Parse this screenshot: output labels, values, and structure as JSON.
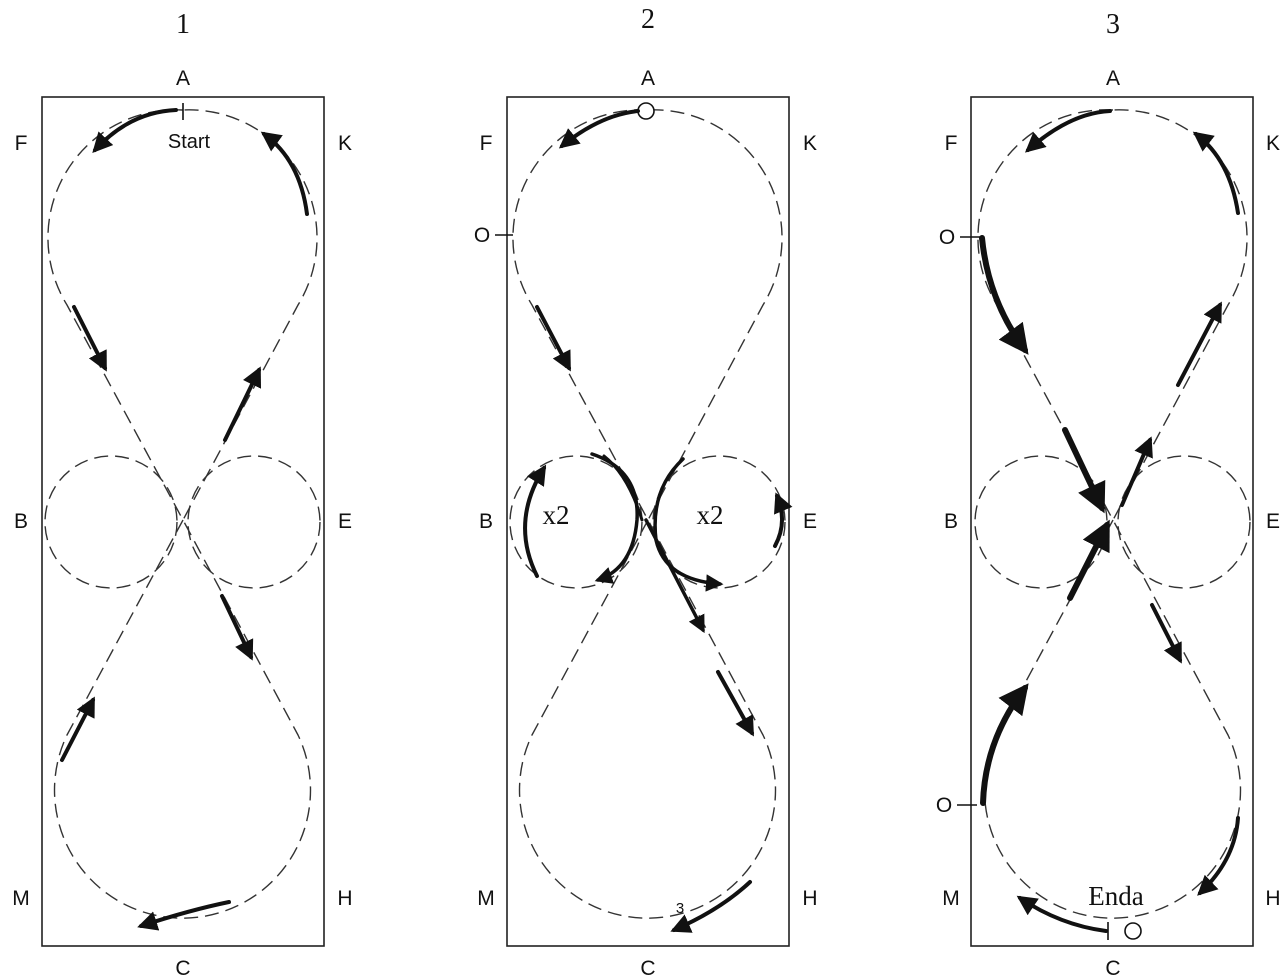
{
  "colors": {
    "line": "#111111",
    "track": "#333333",
    "background": "#ffffff"
  },
  "panels": [
    {
      "number": "1",
      "letters": {
        "A": "A",
        "F": "F",
        "K": "K",
        "B": "B",
        "E": "E",
        "M": "M",
        "H": "H",
        "C": "C"
      },
      "notes": {
        "start": "Start"
      }
    },
    {
      "number": "2",
      "letters": {
        "A": "A",
        "F": "F",
        "K": "K",
        "B": "B",
        "E": "E",
        "M": "M",
        "H": "H",
        "C": "C",
        "O": "O"
      },
      "notes": {
        "left_circle": "x2",
        "right_circle": "x2",
        "step": "3"
      }
    },
    {
      "number": "3",
      "letters": {
        "A": "A",
        "F": "F",
        "K": "K",
        "B": "B",
        "E": "E",
        "M": "M",
        "H": "H",
        "C": "C",
        "O_top": "O",
        "O_bottom": "O"
      },
      "notes": {
        "end": "Enda"
      }
    }
  ]
}
